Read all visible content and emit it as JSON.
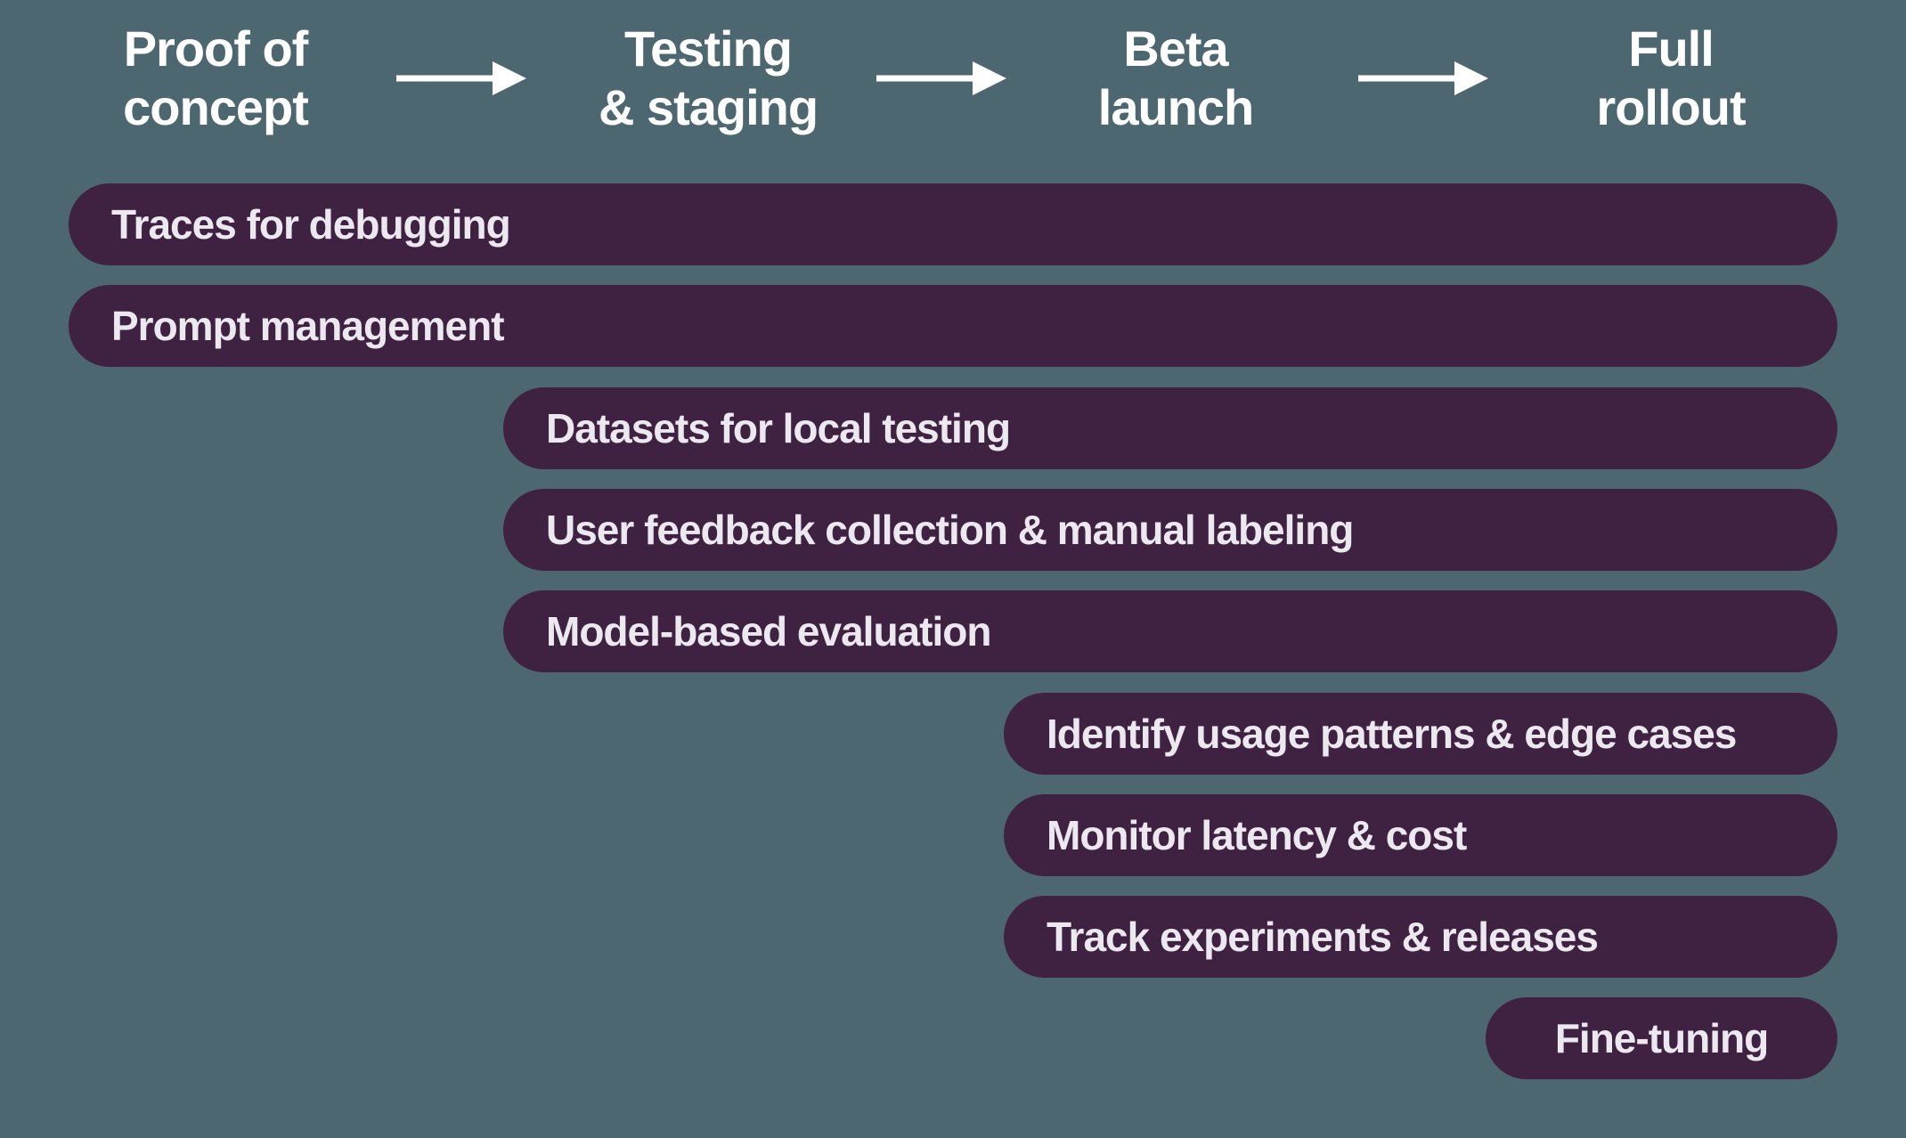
{
  "diagram": {
    "type": "roadmap-gantt",
    "stages": [
      {
        "label": "Proof of concept",
        "lines": [
          "Proof of",
          "concept"
        ]
      },
      {
        "label": "Testing & staging",
        "lines": [
          "Testing",
          "& staging"
        ]
      },
      {
        "label": "Beta launch",
        "lines": [
          "Beta",
          "launch"
        ]
      },
      {
        "label": "Full rollout",
        "lines": [
          "Full",
          "rollout"
        ]
      }
    ],
    "bars": [
      {
        "label": "Traces for debugging",
        "start_stage": "Proof of concept",
        "end_stage": "Full rollout"
      },
      {
        "label": "Prompt management",
        "start_stage": "Proof of concept",
        "end_stage": "Full rollout"
      },
      {
        "label": "Datasets for local testing",
        "start_stage": "Testing & staging",
        "end_stage": "Full rollout"
      },
      {
        "label": "User feedback collection & manual labeling",
        "start_stage": "Testing & staging",
        "end_stage": "Full rollout"
      },
      {
        "label": "Model-based evaluation",
        "start_stage": "Testing & staging",
        "end_stage": "Full rollout"
      },
      {
        "label": "Identify usage patterns & edge cases",
        "start_stage": "Beta launch",
        "end_stage": "Full rollout"
      },
      {
        "label": "Monitor latency & cost",
        "start_stage": "Beta launch",
        "end_stage": "Full rollout"
      },
      {
        "label": "Track experiments & releases",
        "start_stage": "Beta launch",
        "end_stage": "Full rollout"
      },
      {
        "label": "Fine-tuning",
        "start_stage": "Full rollout",
        "end_stage": "Full rollout"
      }
    ]
  },
  "colors": {
    "background": "#4C6770",
    "bar": "#3F2142",
    "bar_text": "#ECE8EF",
    "heading_text": "#FFFFFF",
    "arrow": "#FFFFFF"
  }
}
